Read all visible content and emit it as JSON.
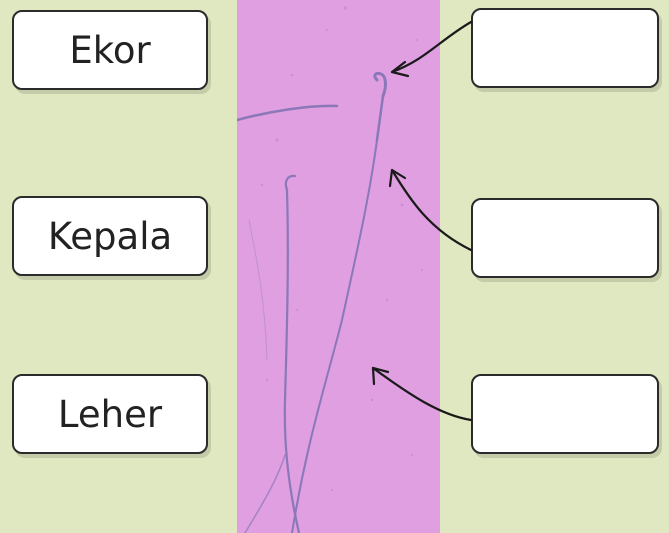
{
  "labels": {
    "ekor": "Ekor",
    "kepala": "Kepala",
    "leher": "Leher"
  },
  "answer_boxes": [
    "",
    "",
    ""
  ],
  "colors": {
    "background": "#dfe8c1",
    "micrograph_pink": "#df9fe0",
    "box_border": "#2b2b2b",
    "arrow": "#1a1a1a"
  }
}
